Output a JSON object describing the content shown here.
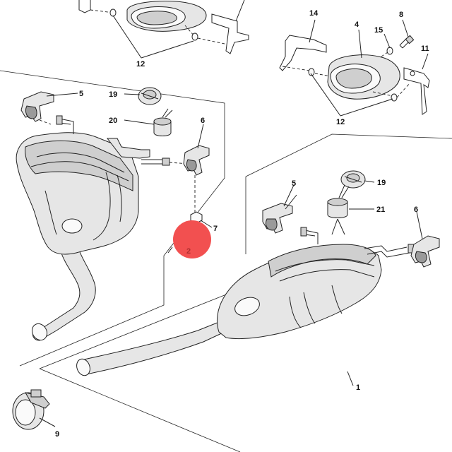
{
  "callouts": {
    "c1": "1",
    "c2": "2",
    "c4": "4",
    "c5a": "5",
    "c5b": "5",
    "c6a": "6",
    "c6b": "6",
    "c7": "7",
    "c8": "8",
    "c9": "9",
    "c11": "11",
    "c12a": "12",
    "c12b": "12",
    "c14": "14",
    "c15": "15",
    "c19a": "19",
    "c19b": "19",
    "c20": "20",
    "c21": "21"
  },
  "highlight": {
    "color": "#f25050",
    "target_label": "2"
  },
  "colors": {
    "line": "#222222",
    "part_fill": "#e6e6e6",
    "shade": "#9a9a9a"
  }
}
